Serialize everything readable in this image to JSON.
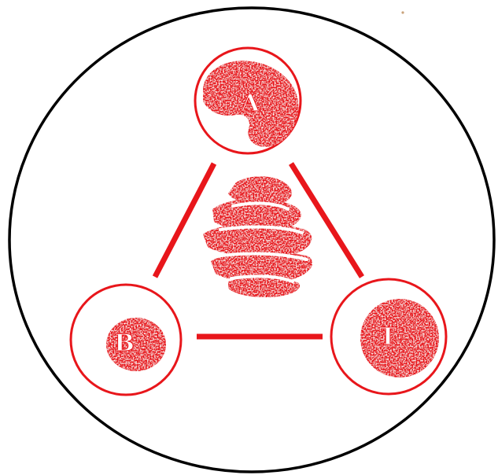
{
  "diagram": {
    "nodes": [
      {
        "id": "A",
        "label": "A",
        "shape": "kidney-blob"
      },
      {
        "id": "B",
        "label": "B",
        "shape": "small-round-blob"
      },
      {
        "id": "T",
        "label": "T",
        "shape": "large-round-blob"
      }
    ],
    "edges": [
      {
        "from": "A",
        "to": "B"
      },
      {
        "from": "A",
        "to": "T"
      },
      {
        "from": "B",
        "to": "T"
      }
    ],
    "center": {
      "shape": "coiled-spiral-blob"
    },
    "colors": {
      "outline": "#000000",
      "accent": "#e8161b",
      "background": "#ffffff"
    }
  }
}
